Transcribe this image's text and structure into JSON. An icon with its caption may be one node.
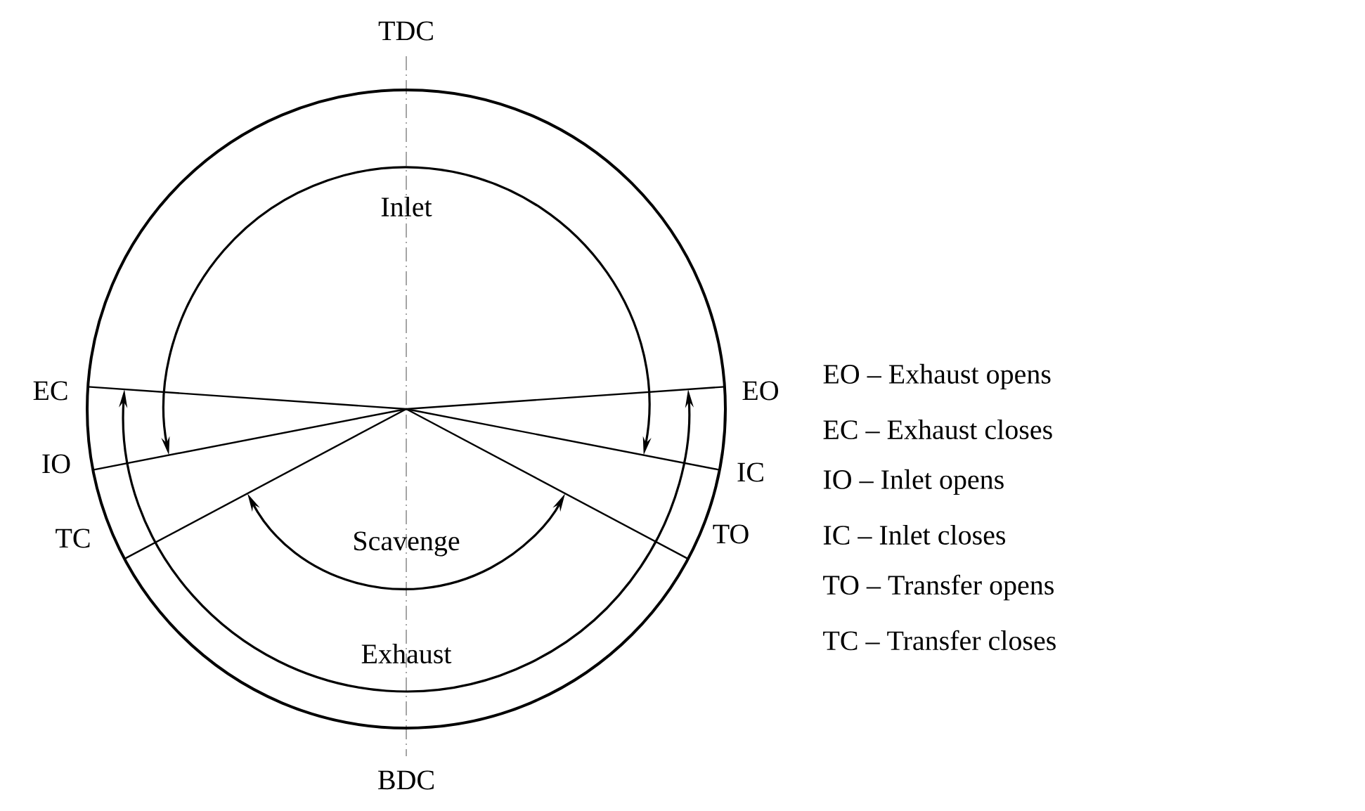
{
  "diagram": {
    "labels": [
      "TDC",
      "Inlet",
      "EC",
      "EO",
      "IO",
      "IC",
      "Scavenge",
      "TC",
      "TO",
      "Exhaust",
      "BDC",
      "EO – Exhaust opens",
      "EC – Exhaust closes",
      "IO – Inlet opens",
      "IC – Inlet closes",
      "TO – Transfer opens",
      "TC – Transfer closes"
    ]
  }
}
